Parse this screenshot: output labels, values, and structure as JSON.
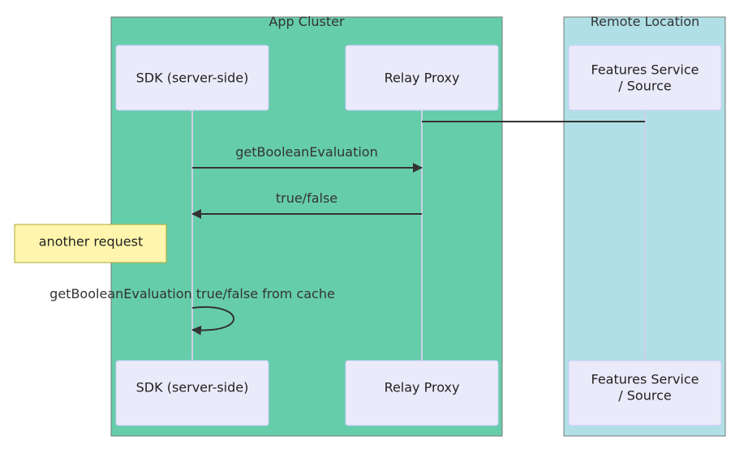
{
  "groups": {
    "app_cluster": "App Cluster",
    "remote_location": "Remote Location"
  },
  "participants": {
    "sdk": "SDK (server-side)",
    "relay": "Relay Proxy",
    "features_line1": "Features Service",
    "features_line2": "/ Source"
  },
  "messages": {
    "request": "getBooleanEvaluation",
    "response": "true/false",
    "cached": "getBooleanEvaluation true/false from cache"
  },
  "note": "another request",
  "colors": {
    "app_cluster_fill": "#66cdaa",
    "remote_fill": "#b0e0e6",
    "participant_fill": "#eaeafa",
    "participant_stroke": "#ccccff",
    "note_fill": "#fff5ad",
    "note_stroke": "#aaaa33",
    "arrow": "#333333"
  }
}
